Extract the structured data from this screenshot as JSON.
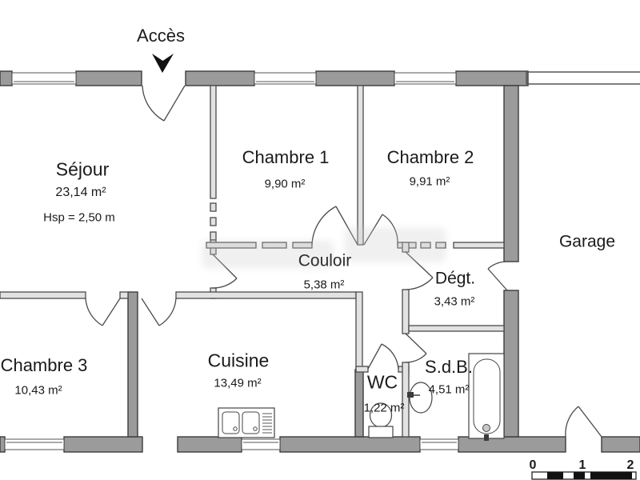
{
  "plan": {
    "access_label": "Accès",
    "rooms": {
      "sejour": {
        "name": "Séjour",
        "area": "23,14 m²",
        "note": "Hsp = 2,50 m"
      },
      "chambre1": {
        "name": "Chambre 1",
        "area": "9,90 m²"
      },
      "chambre2": {
        "name": "Chambre 2",
        "area": "9,91 m²"
      },
      "chambre3": {
        "name": "Chambre 3",
        "area": "10,43 m²"
      },
      "cuisine": {
        "name": "Cuisine",
        "area": "13,49 m²"
      },
      "couloir": {
        "name": "Couloir",
        "area": "5,38 m²"
      },
      "degagement": {
        "name": "Dégt.",
        "area": "3,43 m²"
      },
      "wc": {
        "name": "WC",
        "area": "1,22 m²"
      },
      "sdb": {
        "name": "S.d.B.",
        "area": "4,51 m²"
      },
      "garage": {
        "name": "Garage"
      }
    },
    "scale": {
      "t0": "0",
      "t1": "1",
      "t2": "2"
    },
    "colors": {
      "wall_fill": "#9b9b9b",
      "wall_stroke": "#3c3c3c",
      "text": "#1a1a1a"
    },
    "fixtures": [
      "kitchen-sink",
      "toilet",
      "washbasin",
      "bathtub"
    ]
  }
}
